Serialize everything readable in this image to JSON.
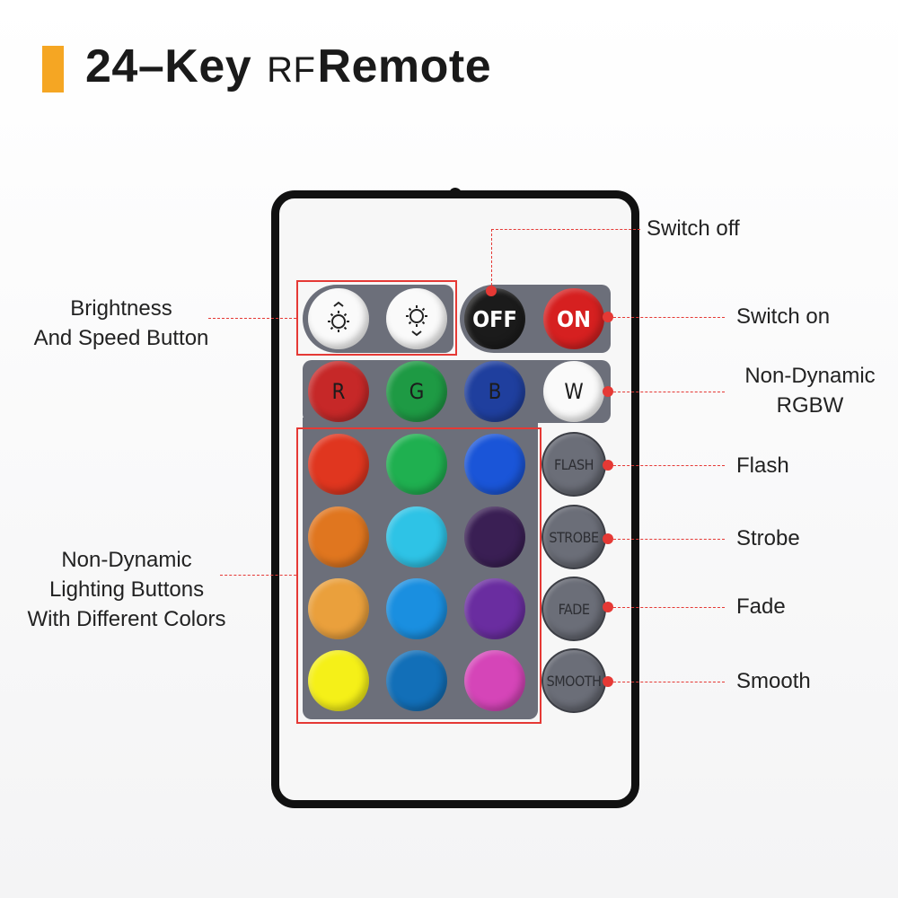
{
  "title": {
    "main": "24–Key",
    "rf": "RF",
    "tail": "Remote",
    "accent_color": "#f5a623"
  },
  "remote": {
    "row1": [
      {
        "name": "brightness-up-button",
        "icon": "sun-up-icon",
        "label": "",
        "color": "#fafafa"
      },
      {
        "name": "brightness-down-button",
        "icon": "sun-down-icon",
        "label": "",
        "color": "#fafafa"
      },
      {
        "name": "off-button",
        "label": "OFF",
        "color": "#1b1b1b"
      },
      {
        "name": "on-button",
        "label": "ON",
        "color": "#d62020"
      }
    ],
    "row2": [
      {
        "name": "red-button",
        "label": "R",
        "color": "#c62828"
      },
      {
        "name": "green-button",
        "label": "G",
        "color": "#1e9a44"
      },
      {
        "name": "blue-button",
        "label": "B",
        "color": "#1f3f9e"
      },
      {
        "name": "white-button",
        "label": "W",
        "color": "#f8f8f8"
      }
    ],
    "color_grid": [
      [
        "#e0361f",
        "#1fb050",
        "#1a55d8"
      ],
      [
        "#e0761f",
        "#2ec3e6",
        "#3a1f54"
      ],
      [
        "#eaa03c",
        "#1a8fe0",
        "#6a2da0"
      ],
      [
        "#f5f018",
        "#126fb8",
        "#d545b8"
      ]
    ],
    "modes": [
      "FLASH",
      "STROBE",
      "FADE",
      "SMOOTH"
    ]
  },
  "callouts": {
    "switch_off": "Switch off",
    "switch_on": "Switch on",
    "brightness": [
      "Brightness",
      "And Speed Button"
    ],
    "rgbw": [
      "Non-Dynamic",
      "RGBW"
    ],
    "flash": "Flash",
    "strobe": "Strobe",
    "fade": "Fade",
    "smooth": "Smooth",
    "lighting": [
      "Non-Dynamic",
      "Lighting Buttons",
      "With Different Colors"
    ],
    "line_color": "#e53935"
  }
}
